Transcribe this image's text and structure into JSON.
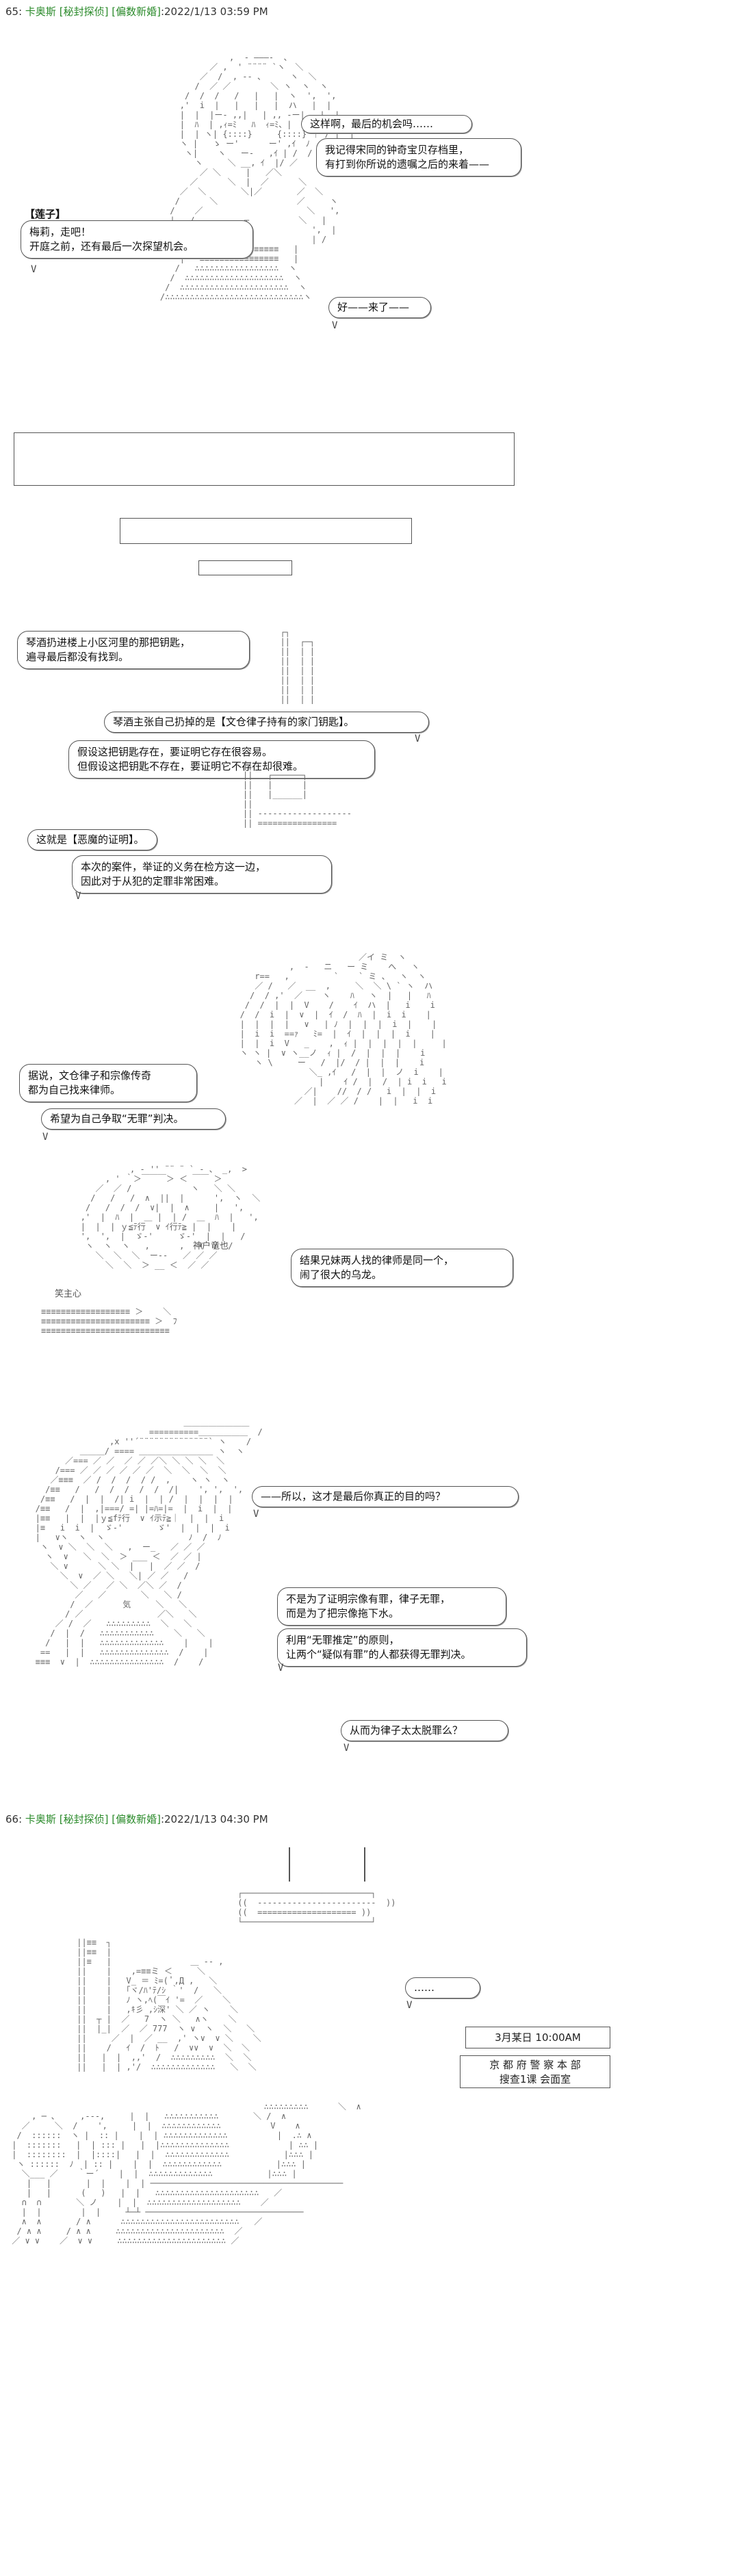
{
  "posts": [
    {
      "number": "65",
      "name": "卡奥斯",
      "tag1": "[秘封探侦]",
      "tag2": "[偏数新婚]",
      "date": "2022/1/13 03:59 PM"
    },
    {
      "number": "66",
      "name": "卡奥斯",
      "tag1": "[秘封探侦]",
      "tag2": "[偏数新婚]",
      "date": "2022/1/13 04:30 PM"
    }
  ],
  "scene1": {
    "bubble_a": [
      "这样啊，最后的机会吗……"
    ],
    "bubble_b": [
      "我记得宋同的钟奇宝贝存档里，",
      "有打到你所说的遗嘱之后的来着——"
    ],
    "speaker": "【莲子】",
    "bubble_c": [
      "梅莉，走吧！",
      "开庭之前，还有最后一次探望机会。"
    ],
    "bubble_d": [
      "好——来了——"
    ]
  },
  "scene2": {
    "bubble_a": [
      "琴酒扔进楼上小区河里的那把钥匙，",
      "遍寻最后都没有找到。"
    ],
    "bubble_b": [
      "琴酒主张自己扔掉的是【文仓律子持有的家门钥匙】。"
    ],
    "bubble_c": [
      "假设这把钥匙存在，要证明它存在很容易。",
      "但假设这把钥匙不存在，要证明它不存在却很难。"
    ],
    "bubble_d": [
      "这就是【恶魔的证明】。"
    ],
    "bubble_e": [
      "本次的案件，举证的义务在检方这一边，",
      "因此对于从犯的定罪非常困难。"
    ]
  },
  "scene3": {
    "bubble_a": [
      "据说，文仓律子和宗像传奇",
      "都为自己找来律师。"
    ],
    "bubble_b": [
      "希望为自己争取“无罪”判决。"
    ],
    "label_a": "神户竜也",
    "label_b": "笑主心",
    "bubble_c": [
      "结果兄妹两人找的律师是同一个，",
      "闹了很大的乌龙。"
    ]
  },
  "scene4": {
    "bubble_a": [
      "——所以，这才是最后你真正的目的吗？"
    ],
    "bubble_b": [
      "不是为了证明宗像有罪，律子无罪，",
      "而是为了把宗像拖下水。"
    ],
    "bubble_c": [
      "利用“无罪推定”的原则，",
      "让两个“疑似有罪”的人都获得无罪判决。"
    ],
    "bubble_d": [
      "从而为律子太太脱罪么？"
    ]
  },
  "scene5": {
    "bubble_a": [
      "……"
    ],
    "date_box": "3月某日  10:00AM",
    "location_line1": "京 都 府 警 察 本 部",
    "location_line2": "搜查1课  会面室"
  }
}
